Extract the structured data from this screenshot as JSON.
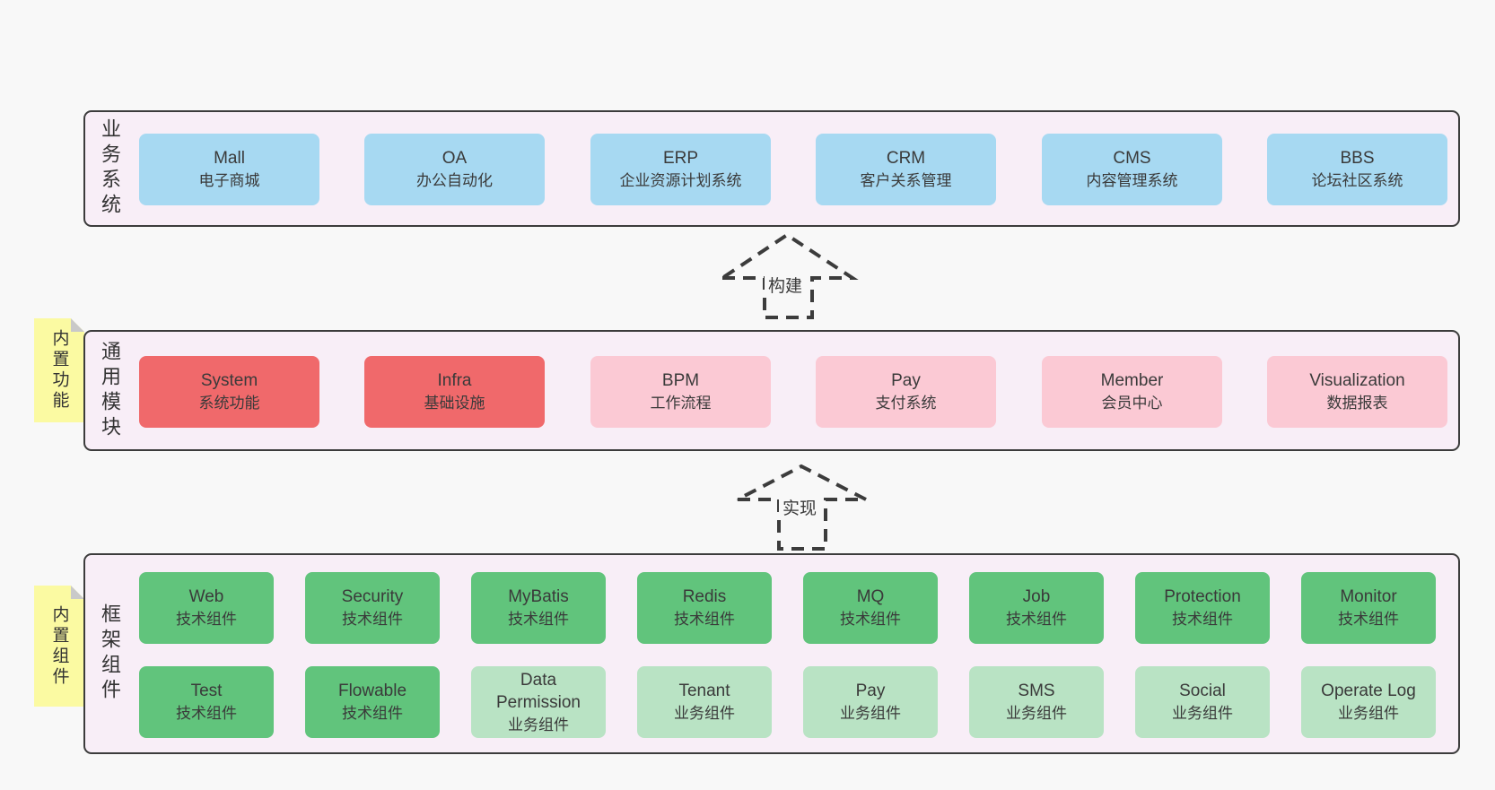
{
  "colors": {
    "page_bg": "#f8f8f8",
    "panel_bg": "#f8eef7",
    "panel_border": "#3c3c3c",
    "blue_box": "#a7d9f2",
    "red_box": "#f0696b",
    "pink_box": "#fbc9d4",
    "green_box": "#61c47c",
    "light_green_box": "#b9e3c4",
    "tab_yellow": "#fbfaa2",
    "fold_gray": "#c9c9c9",
    "text": "#3a3a3a"
  },
  "panels": [
    {
      "label": "业务系统",
      "boxes": [
        {
          "name": "Mall",
          "desc": "电子商城",
          "type": "blue"
        },
        {
          "name": "OA",
          "desc": "办公自动化",
          "type": "blue"
        },
        {
          "name": "ERP",
          "desc": "企业资源计划系统",
          "type": "blue"
        },
        {
          "name": "CRM",
          "desc": "客户关系管理",
          "type": "blue"
        },
        {
          "name": "CMS",
          "desc": "内容管理系统",
          "type": "blue"
        },
        {
          "name": "BBS",
          "desc": "论坛社区系统",
          "type": "blue"
        }
      ]
    },
    {
      "label": "通用模块",
      "tab": "内置功能",
      "boxes": [
        {
          "name": "System",
          "desc": "系统功能",
          "type": "red"
        },
        {
          "name": "Infra",
          "desc": "基础设施",
          "type": "red"
        },
        {
          "name": "BPM",
          "desc": "工作流程",
          "type": "pink"
        },
        {
          "name": "Pay",
          "desc": "支付系统",
          "type": "pink"
        },
        {
          "name": "Member",
          "desc": "会员中心",
          "type": "pink"
        },
        {
          "name": "Visualization",
          "desc": "数据报表",
          "type": "pink"
        }
      ]
    },
    {
      "label": "框架组件",
      "tab": "内置组件",
      "rows": [
        [
          {
            "name": "Web",
            "desc": "技术组件",
            "type": "green"
          },
          {
            "name": "Security",
            "desc": "技术组件",
            "type": "green"
          },
          {
            "name": "MyBatis",
            "desc": "技术组件",
            "type": "green"
          },
          {
            "name": "Redis",
            "desc": "技术组件",
            "type": "green"
          },
          {
            "name": "MQ",
            "desc": "技术组件",
            "type": "green"
          },
          {
            "name": "Job",
            "desc": "技术组件",
            "type": "green"
          },
          {
            "name": "Protection",
            "desc": "技术组件",
            "type": "green"
          },
          {
            "name": "Monitor",
            "desc": "技术组件",
            "type": "green"
          }
        ],
        [
          {
            "name": "Test",
            "desc": "技术组件",
            "type": "green"
          },
          {
            "name": "Flowable",
            "desc": "技术组件",
            "type": "green"
          },
          {
            "name": "Data Permission",
            "desc": "业务组件",
            "type": "light-green"
          },
          {
            "name": "Tenant",
            "desc": "业务组件",
            "type": "light-green"
          },
          {
            "name": "Pay",
            "desc": "业务组件",
            "type": "light-green"
          },
          {
            "name": "SMS",
            "desc": "业务组件",
            "type": "light-green"
          },
          {
            "name": "Social",
            "desc": "业务组件",
            "type": "light-green"
          },
          {
            "name": "Operate Log",
            "desc": "业务组件",
            "type": "light-green"
          }
        ]
      ]
    }
  ],
  "arrows": [
    {
      "label": "构建"
    },
    {
      "label": "实现"
    }
  ]
}
